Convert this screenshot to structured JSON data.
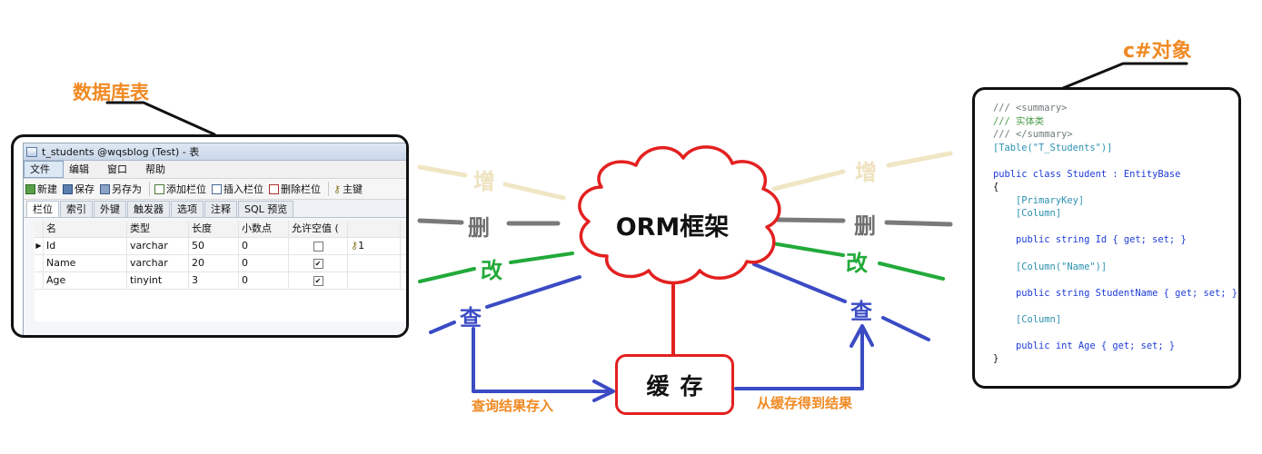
{
  "labels": {
    "db_table": "数据库表",
    "csharp_object": "c#对象",
    "orm": "ORM框架",
    "cache": "缓存",
    "query_save": "查询结果存入",
    "from_cache": "从缓存得到结果"
  },
  "crud_left": [
    "增",
    "删",
    "改",
    "查"
  ],
  "crud_right": [
    "增",
    "删",
    "改",
    "查"
  ],
  "db_window": {
    "title": "t_students @wqsblog (Test) - 表",
    "menu": [
      "文件",
      "编辑",
      "窗口",
      "帮助"
    ],
    "toolbar": [
      "新建",
      "保存",
      "另存为",
      "添加栏位",
      "插入栏位",
      "删除栏位",
      "主键"
    ],
    "tabs": [
      "栏位",
      "索引",
      "外键",
      "触发器",
      "选项",
      "注释",
      "SQL 预览"
    ],
    "columns": [
      "名",
      "类型",
      "长度",
      "小数点",
      "允许空值 ("
    ],
    "rows": [
      {
        "marker": "▶",
        "name": "Id",
        "type": "varchar",
        "length": "50",
        "decimals": "0",
        "nullable": "",
        "key": "1"
      },
      {
        "marker": "",
        "name": "Name",
        "type": "varchar",
        "length": "20",
        "decimals": "0",
        "nullable": "✔",
        "key": ""
      },
      {
        "marker": "",
        "name": "Age",
        "type": "tinyint",
        "length": "3",
        "decimals": "0",
        "nullable": "✔",
        "key": ""
      }
    ]
  },
  "code": [
    {
      "t": "/// <summary>"
    },
    {
      "t": "/// 实体类"
    },
    {
      "t": "/// </summary>"
    },
    {
      "t": "[Table(\"T_Students\")]"
    },
    {
      "t": ""
    },
    {
      "t": "public class Student : EntityBase"
    },
    {
      "t": "{"
    },
    {
      "t": "    [PrimaryKey]"
    },
    {
      "t": "    [Column]"
    },
    {
      "t": ""
    },
    {
      "t": "    public string Id { get; set; }"
    },
    {
      "t": ""
    },
    {
      "t": "    [Column(\"Name\")]"
    },
    {
      "t": ""
    },
    {
      "t": "    public string StudentName { get; set; }"
    },
    {
      "t": ""
    },
    {
      "t": "    [Column]"
    },
    {
      "t": ""
    },
    {
      "t": "    public int Age { get; set; }"
    },
    {
      "t": "}"
    }
  ],
  "colors": {
    "add": "#f0e6c4",
    "delete": "#7a7a7a",
    "update": "#22aa3a",
    "query": "#3a4bc4",
    "orm_cloud": "#e32020",
    "highlight_label": "#f08a24"
  }
}
